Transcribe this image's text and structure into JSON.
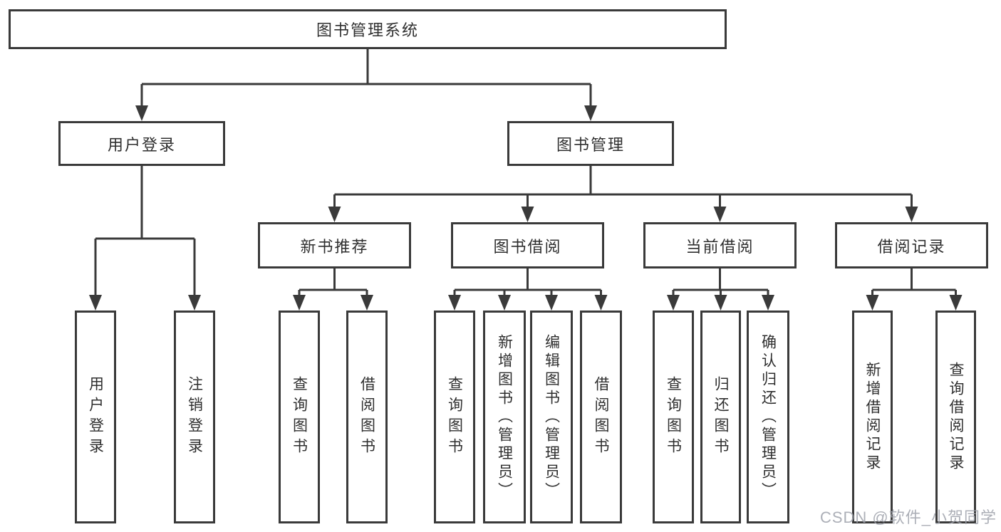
{
  "diagram_title": "图书管理系统",
  "tree": {
    "root": {
      "label": "图书管理系统",
      "children": [
        {
          "label": "用户登录",
          "children": [
            {
              "label": "用户登录"
            },
            {
              "label": "注销登录"
            }
          ]
        },
        {
          "label": "图书管理",
          "children": [
            {
              "label": "新书推荐",
              "children": [
                {
                  "label": "查询图书"
                },
                {
                  "label": "借阅图书"
                }
              ]
            },
            {
              "label": "图书借阅",
              "children": [
                {
                  "label": "查询图书"
                },
                {
                  "label": "新增图书（管理员）"
                },
                {
                  "label": "编辑图书（管理员）"
                },
                {
                  "label": "借阅图书"
                }
              ]
            },
            {
              "label": "当前借阅",
              "children": [
                {
                  "label": "查询图书"
                },
                {
                  "label": "归还图书"
                },
                {
                  "label": "确认归还（管理员）"
                }
              ]
            },
            {
              "label": "借阅记录",
              "children": [
                {
                  "label": "新增借阅记录"
                },
                {
                  "label": "查询借阅记录"
                }
              ]
            }
          ]
        }
      ]
    }
  },
  "watermark": {
    "text": "CSDN @软件_小贺同学"
  },
  "colors": {
    "line": "#3a3a3a",
    "box_border": "#3a3a3a",
    "text": "#2f2f2f",
    "background": "#ffffff",
    "watermark": "#9ea1aa"
  }
}
